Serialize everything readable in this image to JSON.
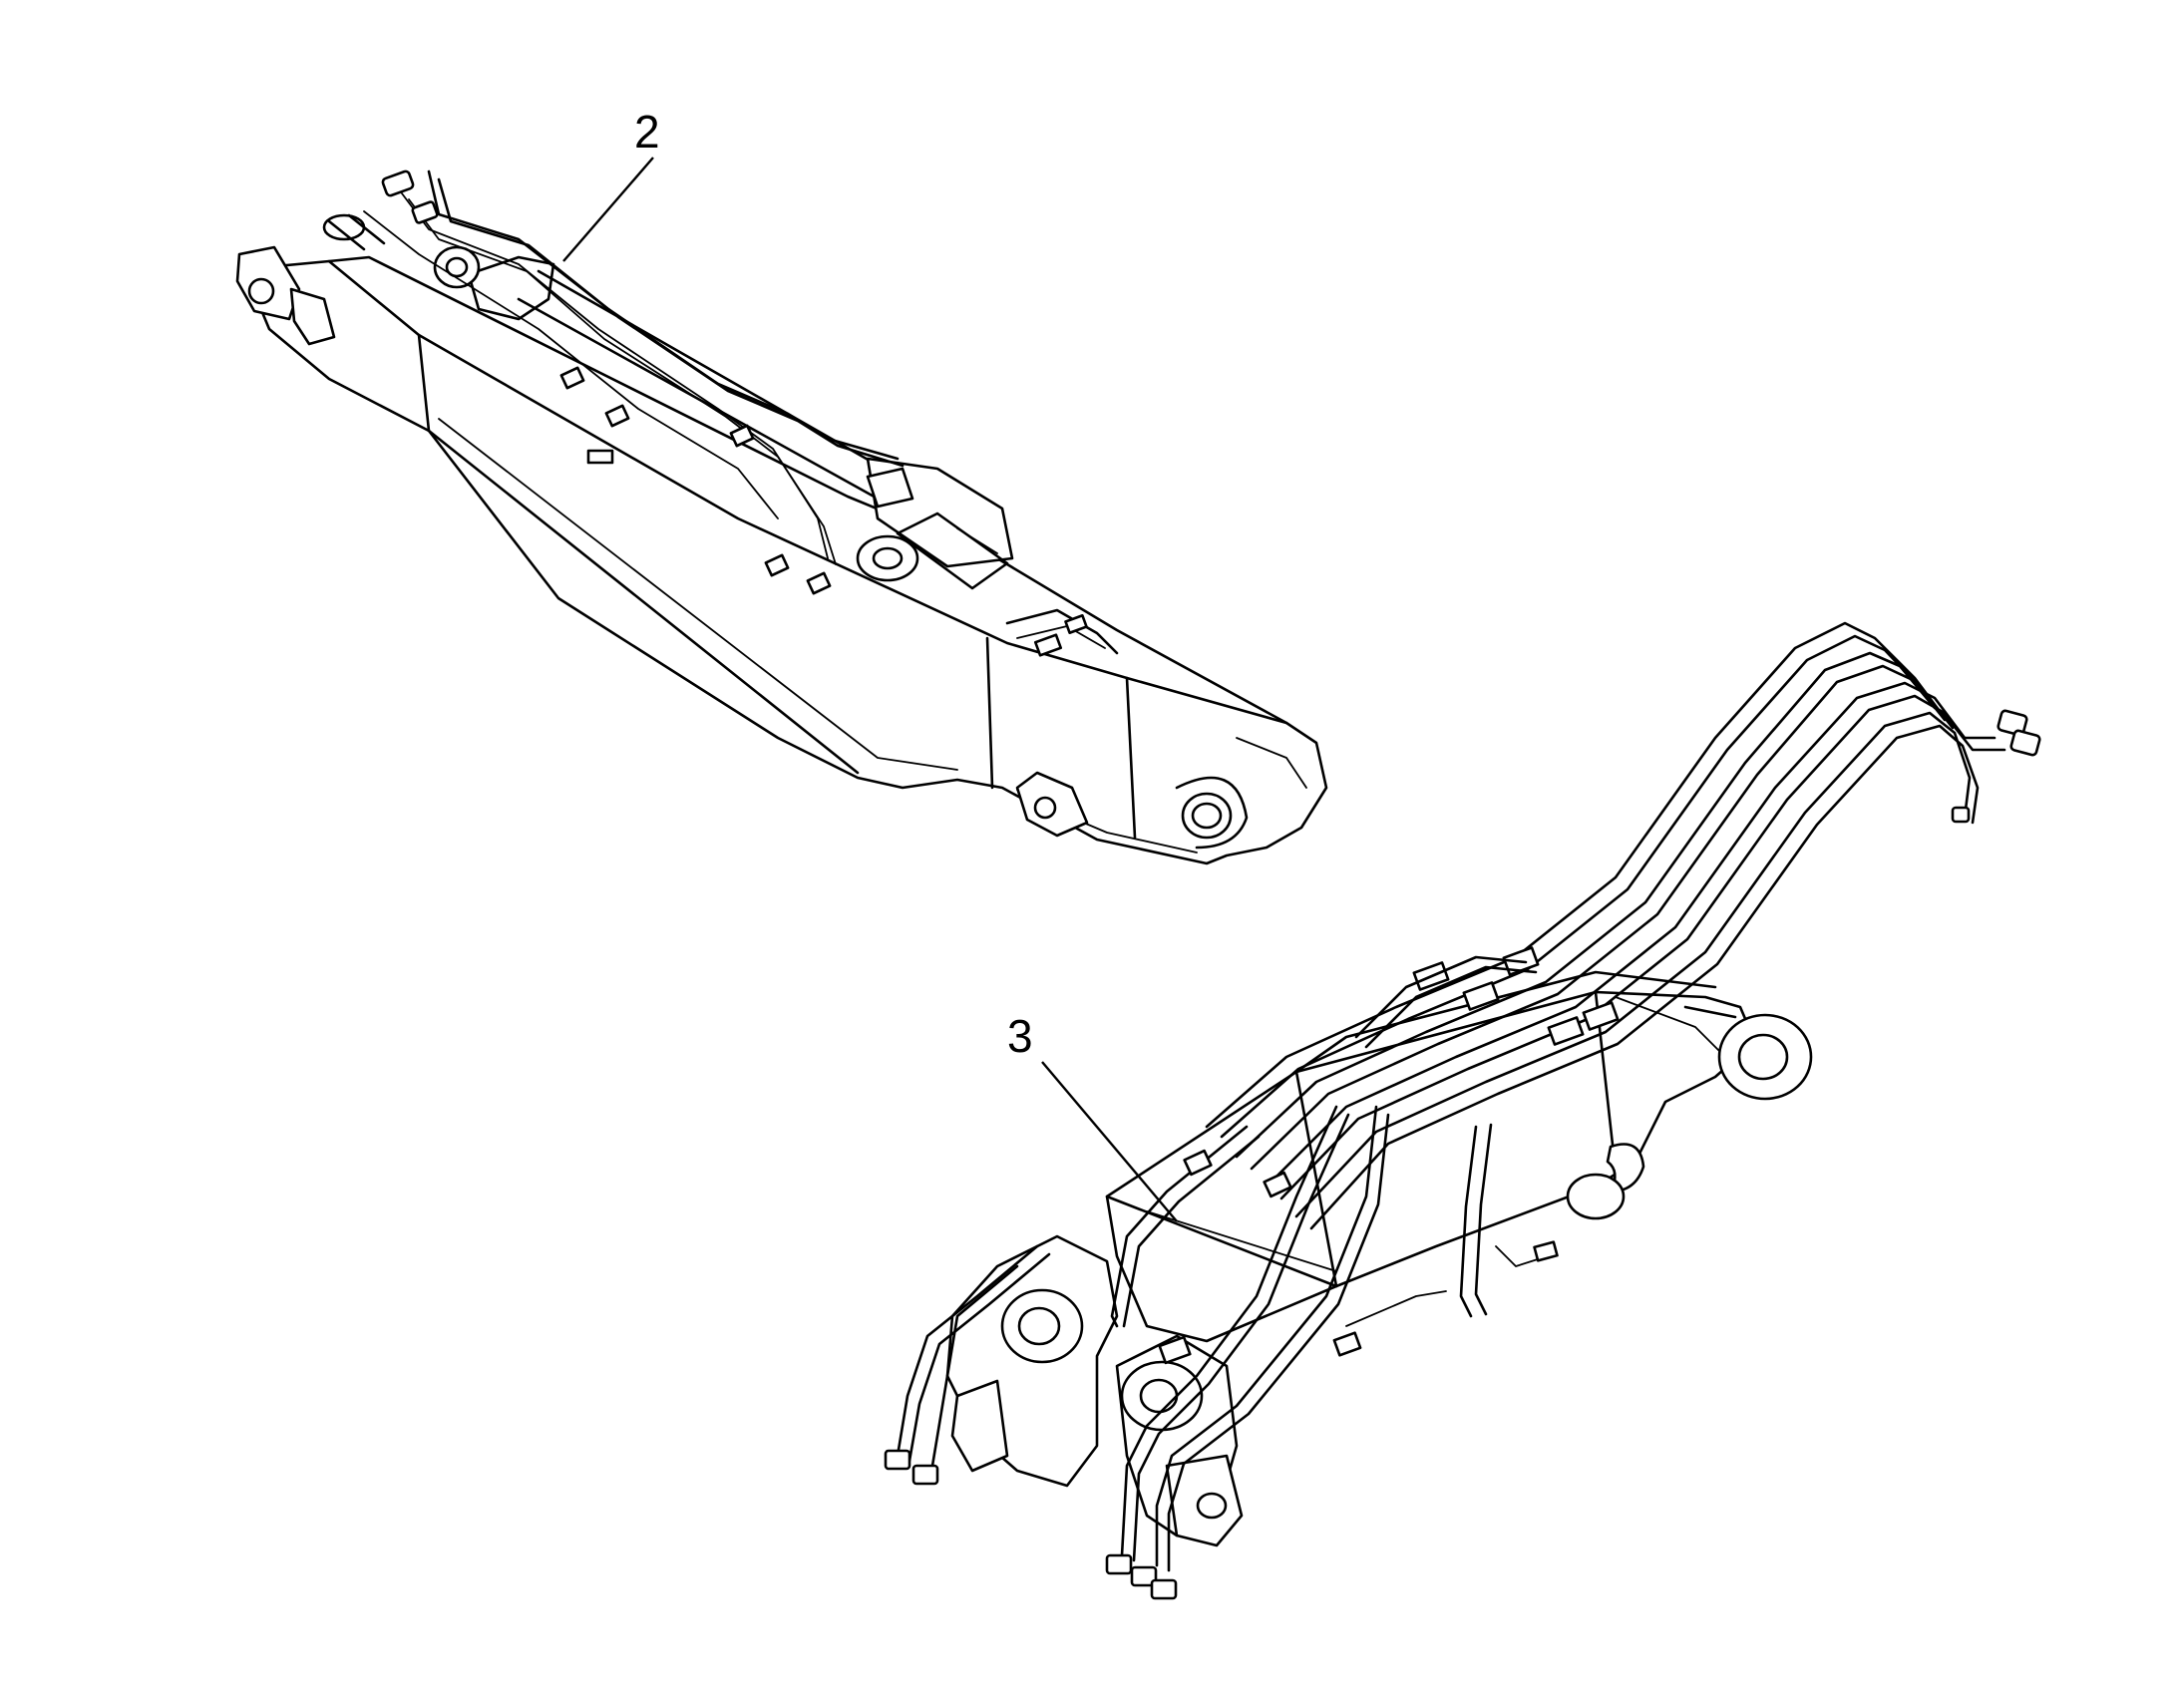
{
  "callouts": [
    {
      "id": "2",
      "label": "2"
    },
    {
      "id": "3",
      "label": "3"
    }
  ],
  "colors": {
    "ink": "#000000",
    "background": "#ffffff"
  }
}
